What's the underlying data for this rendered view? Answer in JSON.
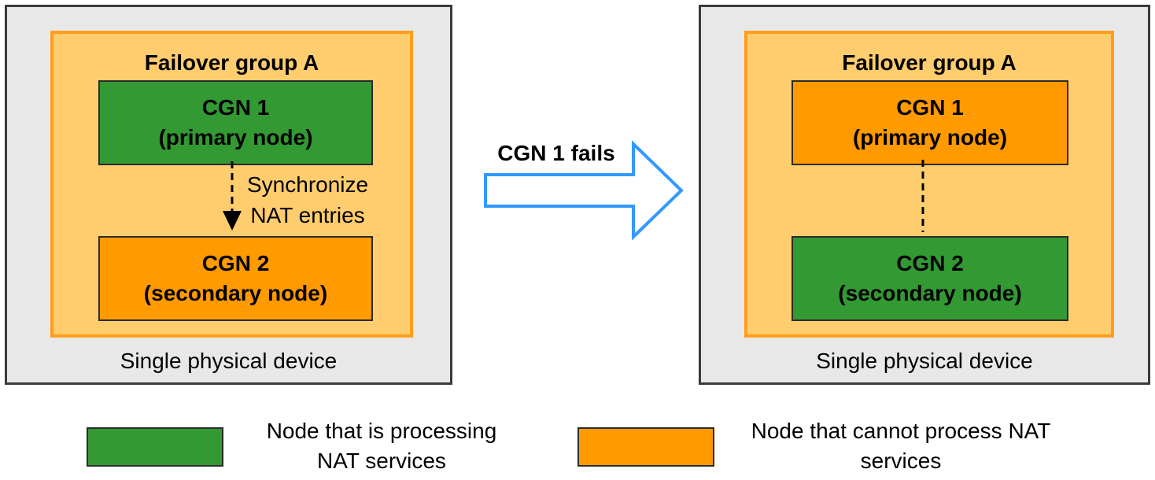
{
  "left_device": {
    "label": "Single physical device",
    "group_title": "Failover group A",
    "node_top": {
      "name": "CGN 1",
      "role": "(primary node)",
      "state": "processing"
    },
    "node_bottom": {
      "name": "CGN 2",
      "role": "(secondary node)",
      "state": "not-processing"
    },
    "sync_label_line1": "Synchronize",
    "sync_label_line2": "NAT entries"
  },
  "transition": {
    "label": "CGN 1 fails"
  },
  "right_device": {
    "label": "Single physical device",
    "group_title": "Failover group A",
    "node_top": {
      "name": "CGN 1",
      "role": "(primary node)",
      "state": "not-processing"
    },
    "node_bottom": {
      "name": "CGN 2",
      "role": "(secondary node)",
      "state": "processing"
    }
  },
  "legend": {
    "processing": {
      "line1": "Node that is processing",
      "line2": "NAT services",
      "color": "#339933"
    },
    "not_processing": {
      "line1": "Node that cannot process NAT",
      "line2": "services",
      "color": "#ff9a00"
    }
  },
  "colors": {
    "device_bg": "#e8e8e8",
    "group_bg": "#ffcd6e",
    "group_border": "#ff9d1b",
    "arrow_stroke": "#3399ff"
  }
}
